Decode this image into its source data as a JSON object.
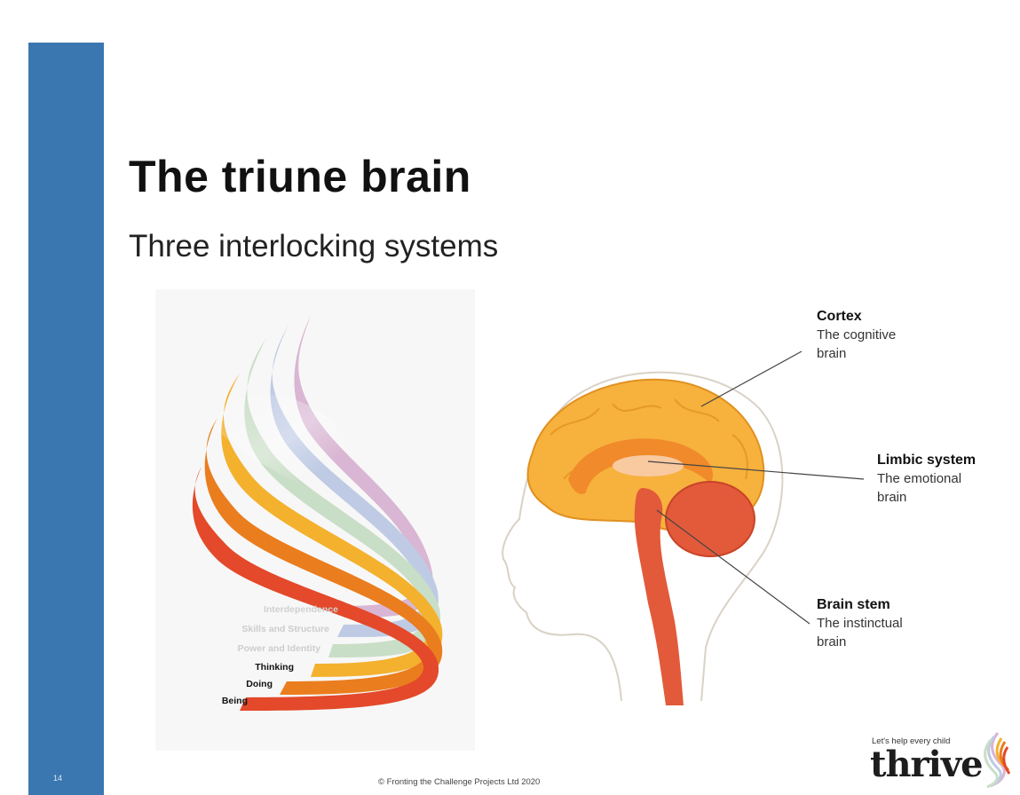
{
  "slide": {
    "number": "14",
    "title": "The triune brain",
    "subtitle": "Three interlocking systems",
    "accent_color": "#3a77b0"
  },
  "ribbon_figure": {
    "labels": [
      "Interdependence",
      "Skills and Structure",
      "Power and Identity",
      "Thinking",
      "Doing",
      "Being"
    ],
    "colors": [
      "#d9b6d3",
      "#bfcbe4",
      "#c9dec6",
      "#f3b12e",
      "#ea7d1d",
      "#e3492a"
    ]
  },
  "brain_figure": {
    "callouts": [
      {
        "head": "Cortex",
        "desc_line1": "The cognitive",
        "desc_line2": "brain"
      },
      {
        "head": "Limbic system",
        "desc_line1": "The emotional",
        "desc_line2": "brain"
      },
      {
        "head": "Brain stem",
        "desc_line1": "The instinctual",
        "desc_line2": "brain"
      }
    ],
    "colors": {
      "cortex": "#f7b13d",
      "limbic": "#f08a2a",
      "stem": "#e25a3a"
    }
  },
  "footer": {
    "copyright": "© Fronting the Challenge Projects Ltd 2020",
    "logo_tagline": "Let's help every child",
    "logo_word": "thrive"
  }
}
